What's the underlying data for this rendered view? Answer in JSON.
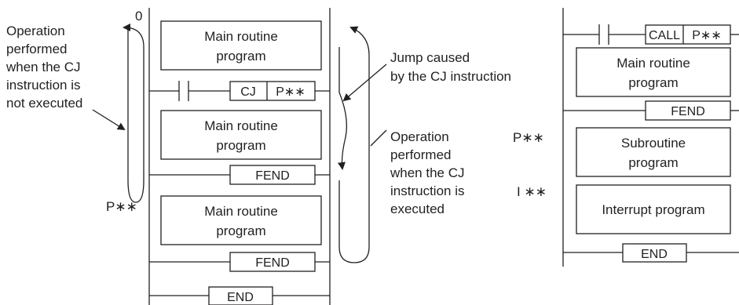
{
  "left": {
    "label_zero": "0",
    "label_pointer": "P∗∗",
    "note_not_executed": [
      "Operation",
      "performed",
      "when the CJ",
      "instruction is",
      "not executed"
    ],
    "box_main1": [
      "Main routine",
      "program"
    ],
    "cj_label": "CJ",
    "cj_pointer": "P∗∗",
    "box_main2": [
      "Main routine",
      "program"
    ],
    "fend1": "FEND",
    "box_main3": [
      "Main routine",
      "program"
    ],
    "fend2": "FEND",
    "end": "END",
    "note_jump": [
      "Jump caused",
      "by the CJ instruction"
    ],
    "note_executed": [
      "Operation",
      "performed",
      "when the CJ",
      "instruction is",
      "executed"
    ]
  },
  "right": {
    "call_label": "CALL",
    "call_pointer": "P∗∗",
    "box_main": [
      "Main routine",
      "program"
    ],
    "fend": "FEND",
    "label_pointer": "P∗∗",
    "box_sub": [
      "Subroutine",
      "program"
    ],
    "label_interrupt": "I ∗∗",
    "box_interrupt": "Interrupt program",
    "end": "END"
  }
}
